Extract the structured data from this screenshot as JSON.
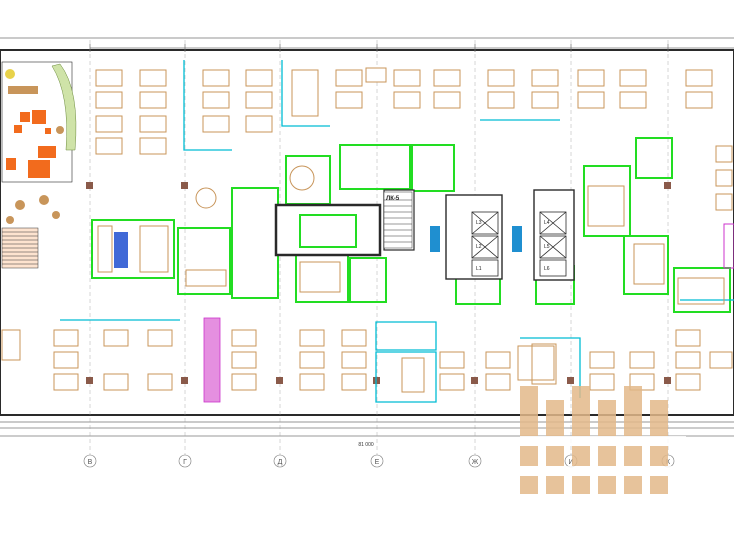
{
  "plan": {
    "axes": [
      "В",
      "Г",
      "Д",
      "Е",
      "Ж",
      "И",
      "К"
    ],
    "overall_dimension": "81 000",
    "room_tag": "ЛК-5",
    "elevator_tags": [
      "L1",
      "L2",
      "L3",
      "L4",
      "L5",
      "L6"
    ]
  },
  "colors": {
    "wall": "#2a2a2a",
    "partition_green": "#22dd22",
    "glass_cyan": "#00bcd4",
    "furniture": "#c8955a",
    "accent_orange": "#f26b1d",
    "accent_magenta": "#cc33cc",
    "watermark": "#e3b98a"
  }
}
